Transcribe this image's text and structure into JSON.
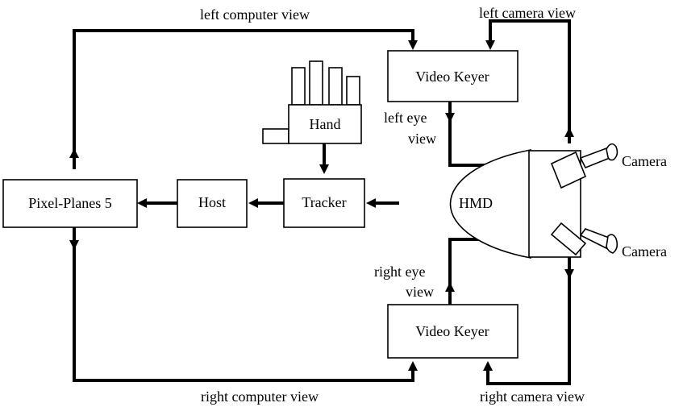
{
  "labels": {
    "left_computer_view": "left computer view",
    "left_camera_view": "left camera view",
    "right_computer_view": "right computer view",
    "right_camera_view": "right camera view",
    "left_eye_view_line1": "left eye",
    "left_eye_view_line2": "view",
    "right_eye_view_line1": "right eye",
    "right_eye_view_line2": "view"
  },
  "blocks": {
    "video_keyer_top": "Video Keyer",
    "video_keyer_bottom": "Video Keyer",
    "hand": "Hand",
    "pixel_planes": "Pixel-Planes 5",
    "host": "Host",
    "tracker": "Tracker",
    "hmd": "HMD",
    "camera_top": "Camera",
    "camera_bottom": "Camera"
  },
  "colors": {
    "stroke": "#000000",
    "background": "#ffffff"
  }
}
